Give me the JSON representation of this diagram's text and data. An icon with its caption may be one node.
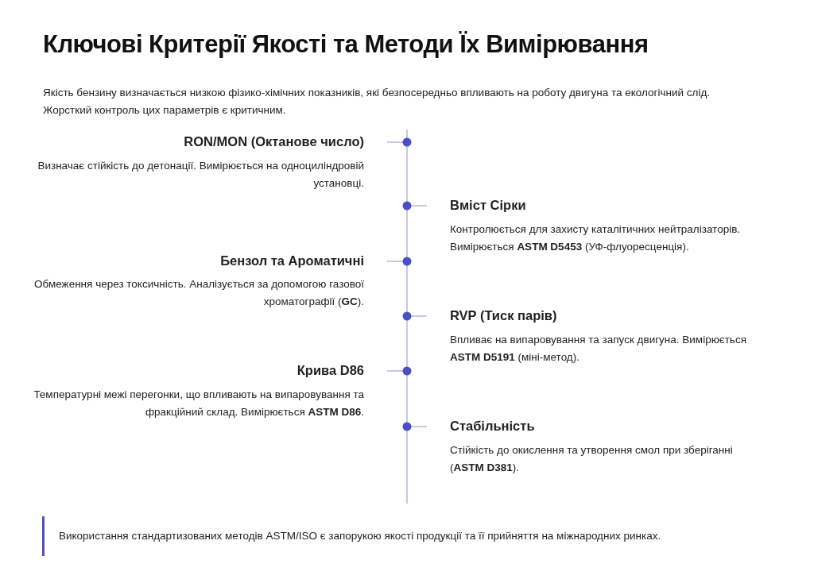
{
  "diagram": {
    "title": "Ключові Критерії Якості та Методи Їх Вимірювання",
    "labels": [
      "Якість бензину визначається низкою фізико-хімічних показників, які безпосередньо впливають на роботу двигуна та екологічний слід. Жорсткий контроль цих параметрів є критичним.",
      "RON/MON (Октанове число)",
      "Визначає стійкість до детонації. Вимірюється на одноциліндровій установці.",
      "Вміст Сірки",
      "Контролюється для захисту каталітичних нейтралізаторів. Вимірюється **ASTM D5453** (УФ-флуоресценція).",
      "Бензол та Ароматичні",
      "Обмеження через токсичність. Аналізується за допомогою газової хроматографії (**GC**).",
      "RVP (Тиск парів)",
      "Впливає на випаровування та запуск двигуна. Вимірюється **ASTM D5191** (міні-метод).",
      "Крива D86",
      "Температурні межі перегонки, що впливають на випаровування та фракційний склад. Вимірюється **ASTM D86**.",
      "Стабільність",
      "Стійкість до окислення та утворення смол при зберіганні (**ASTM D381**).",
      "Використання стандартизованих методів ASTM/ISO є запорукою якості продукції та її прийняття на міжнародних ринках."
    ]
  }
}
